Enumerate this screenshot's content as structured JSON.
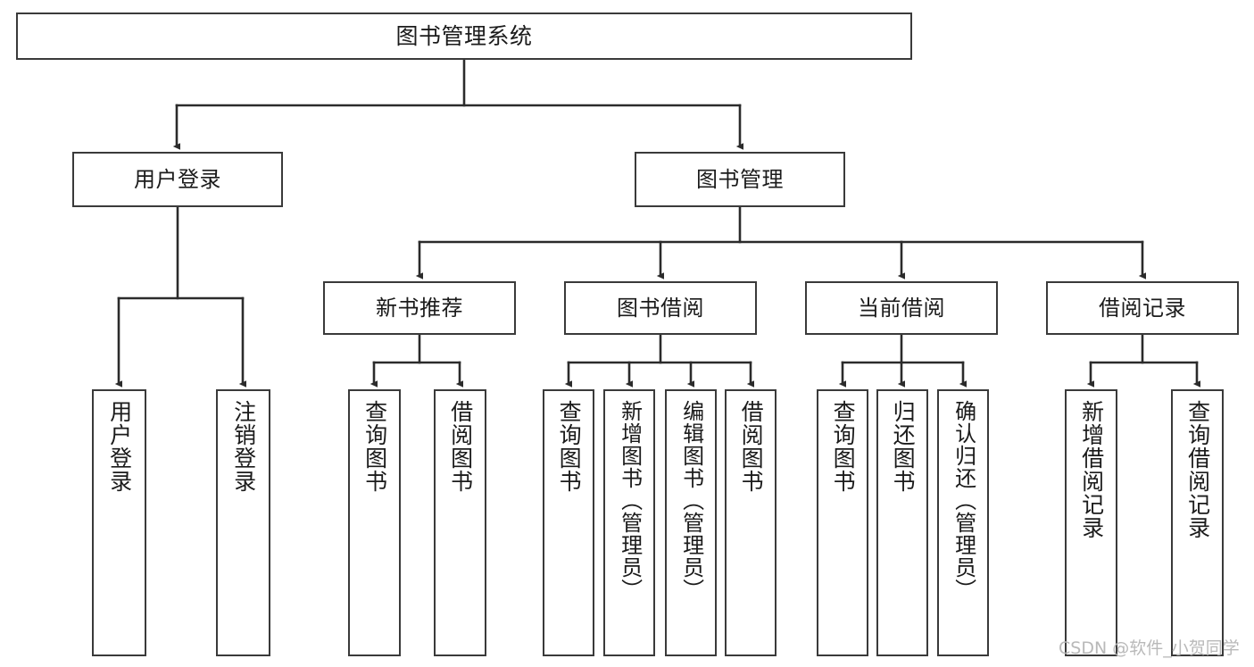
{
  "diagram": {
    "title": "图书管理系统",
    "type": "tree-hierarchy",
    "orientation": "top-down",
    "colors": {
      "box_border": "#3a3a3a",
      "box_fill": "#ffffff",
      "connector": "#2b2b2b",
      "text": "#1b1b1b",
      "watermark": "#b9b9b9",
      "background": "#ffffff"
    }
  },
  "watermark": {
    "text": "CSDN @软件_小贺同学"
  },
  "nodes": {
    "root": {
      "label": "图书管理系统"
    },
    "level2": [
      {
        "label": "用户登录"
      },
      {
        "label": "图书管理"
      }
    ],
    "level3": [
      {
        "label": "新书推荐"
      },
      {
        "label": "图书借阅"
      },
      {
        "label": "当前借阅"
      },
      {
        "label": "借阅记录"
      }
    ],
    "leaves": {
      "user_login": [
        {
          "label": "用户登录"
        },
        {
          "label": "注销登录"
        }
      ],
      "new_book_recommend": [
        {
          "label": "查询图书"
        },
        {
          "label": "借阅图书"
        }
      ],
      "book_borrow": [
        {
          "label": "查询图书"
        },
        {
          "label": "新增图书（管理员）"
        },
        {
          "label": "编辑图书（管理员）"
        },
        {
          "label": "借阅图书"
        }
      ],
      "current_borrow": [
        {
          "label": "查询图书"
        },
        {
          "label": "归还图书"
        },
        {
          "label": "确认归还（管理员）"
        }
      ],
      "borrow_record": [
        {
          "label": "新增借阅记录"
        },
        {
          "label": "查询借阅记录"
        }
      ]
    }
  }
}
